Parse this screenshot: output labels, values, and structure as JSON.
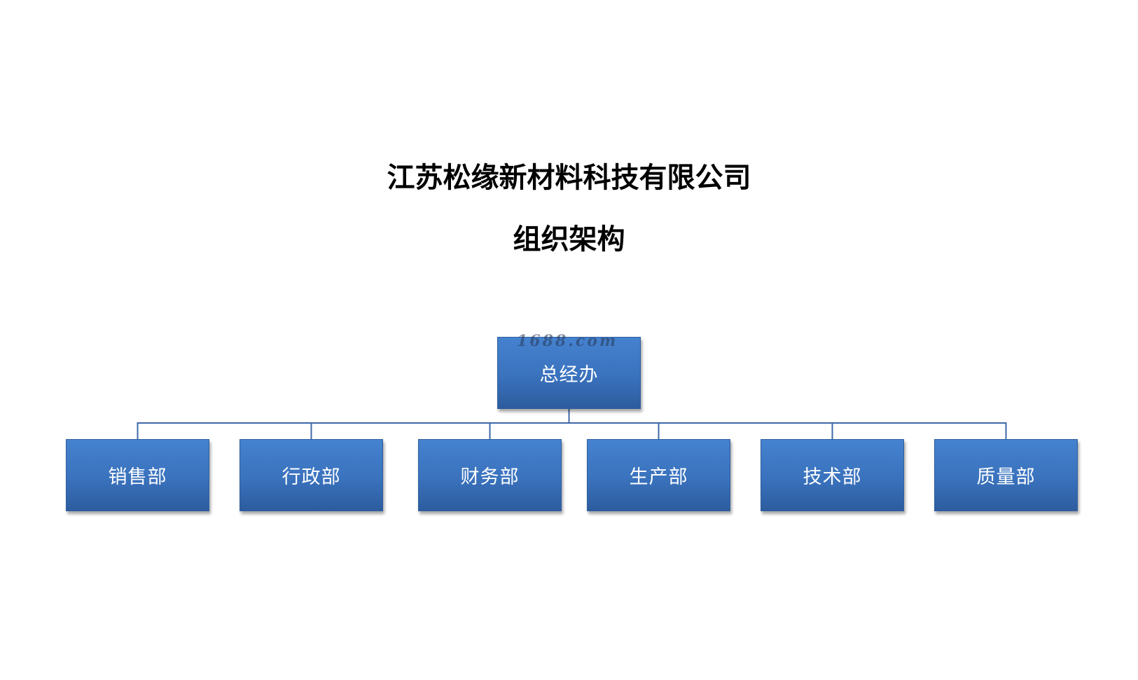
{
  "header": {
    "company": "江苏松缘新材料科技有限公司",
    "subtitle": "组织架构"
  },
  "org_chart": {
    "root": {
      "label": "总经办"
    },
    "departments": [
      {
        "label": "销售部"
      },
      {
        "label": "行政部"
      },
      {
        "label": "财务部"
      },
      {
        "label": "生产部"
      },
      {
        "label": "技术部"
      },
      {
        "label": "质量部"
      }
    ]
  },
  "watermark": {
    "text": "1688.com"
  },
  "colors": {
    "box_fill": "#3a72bd",
    "connector": "#3f68a8",
    "box_text": "#ffffff"
  }
}
